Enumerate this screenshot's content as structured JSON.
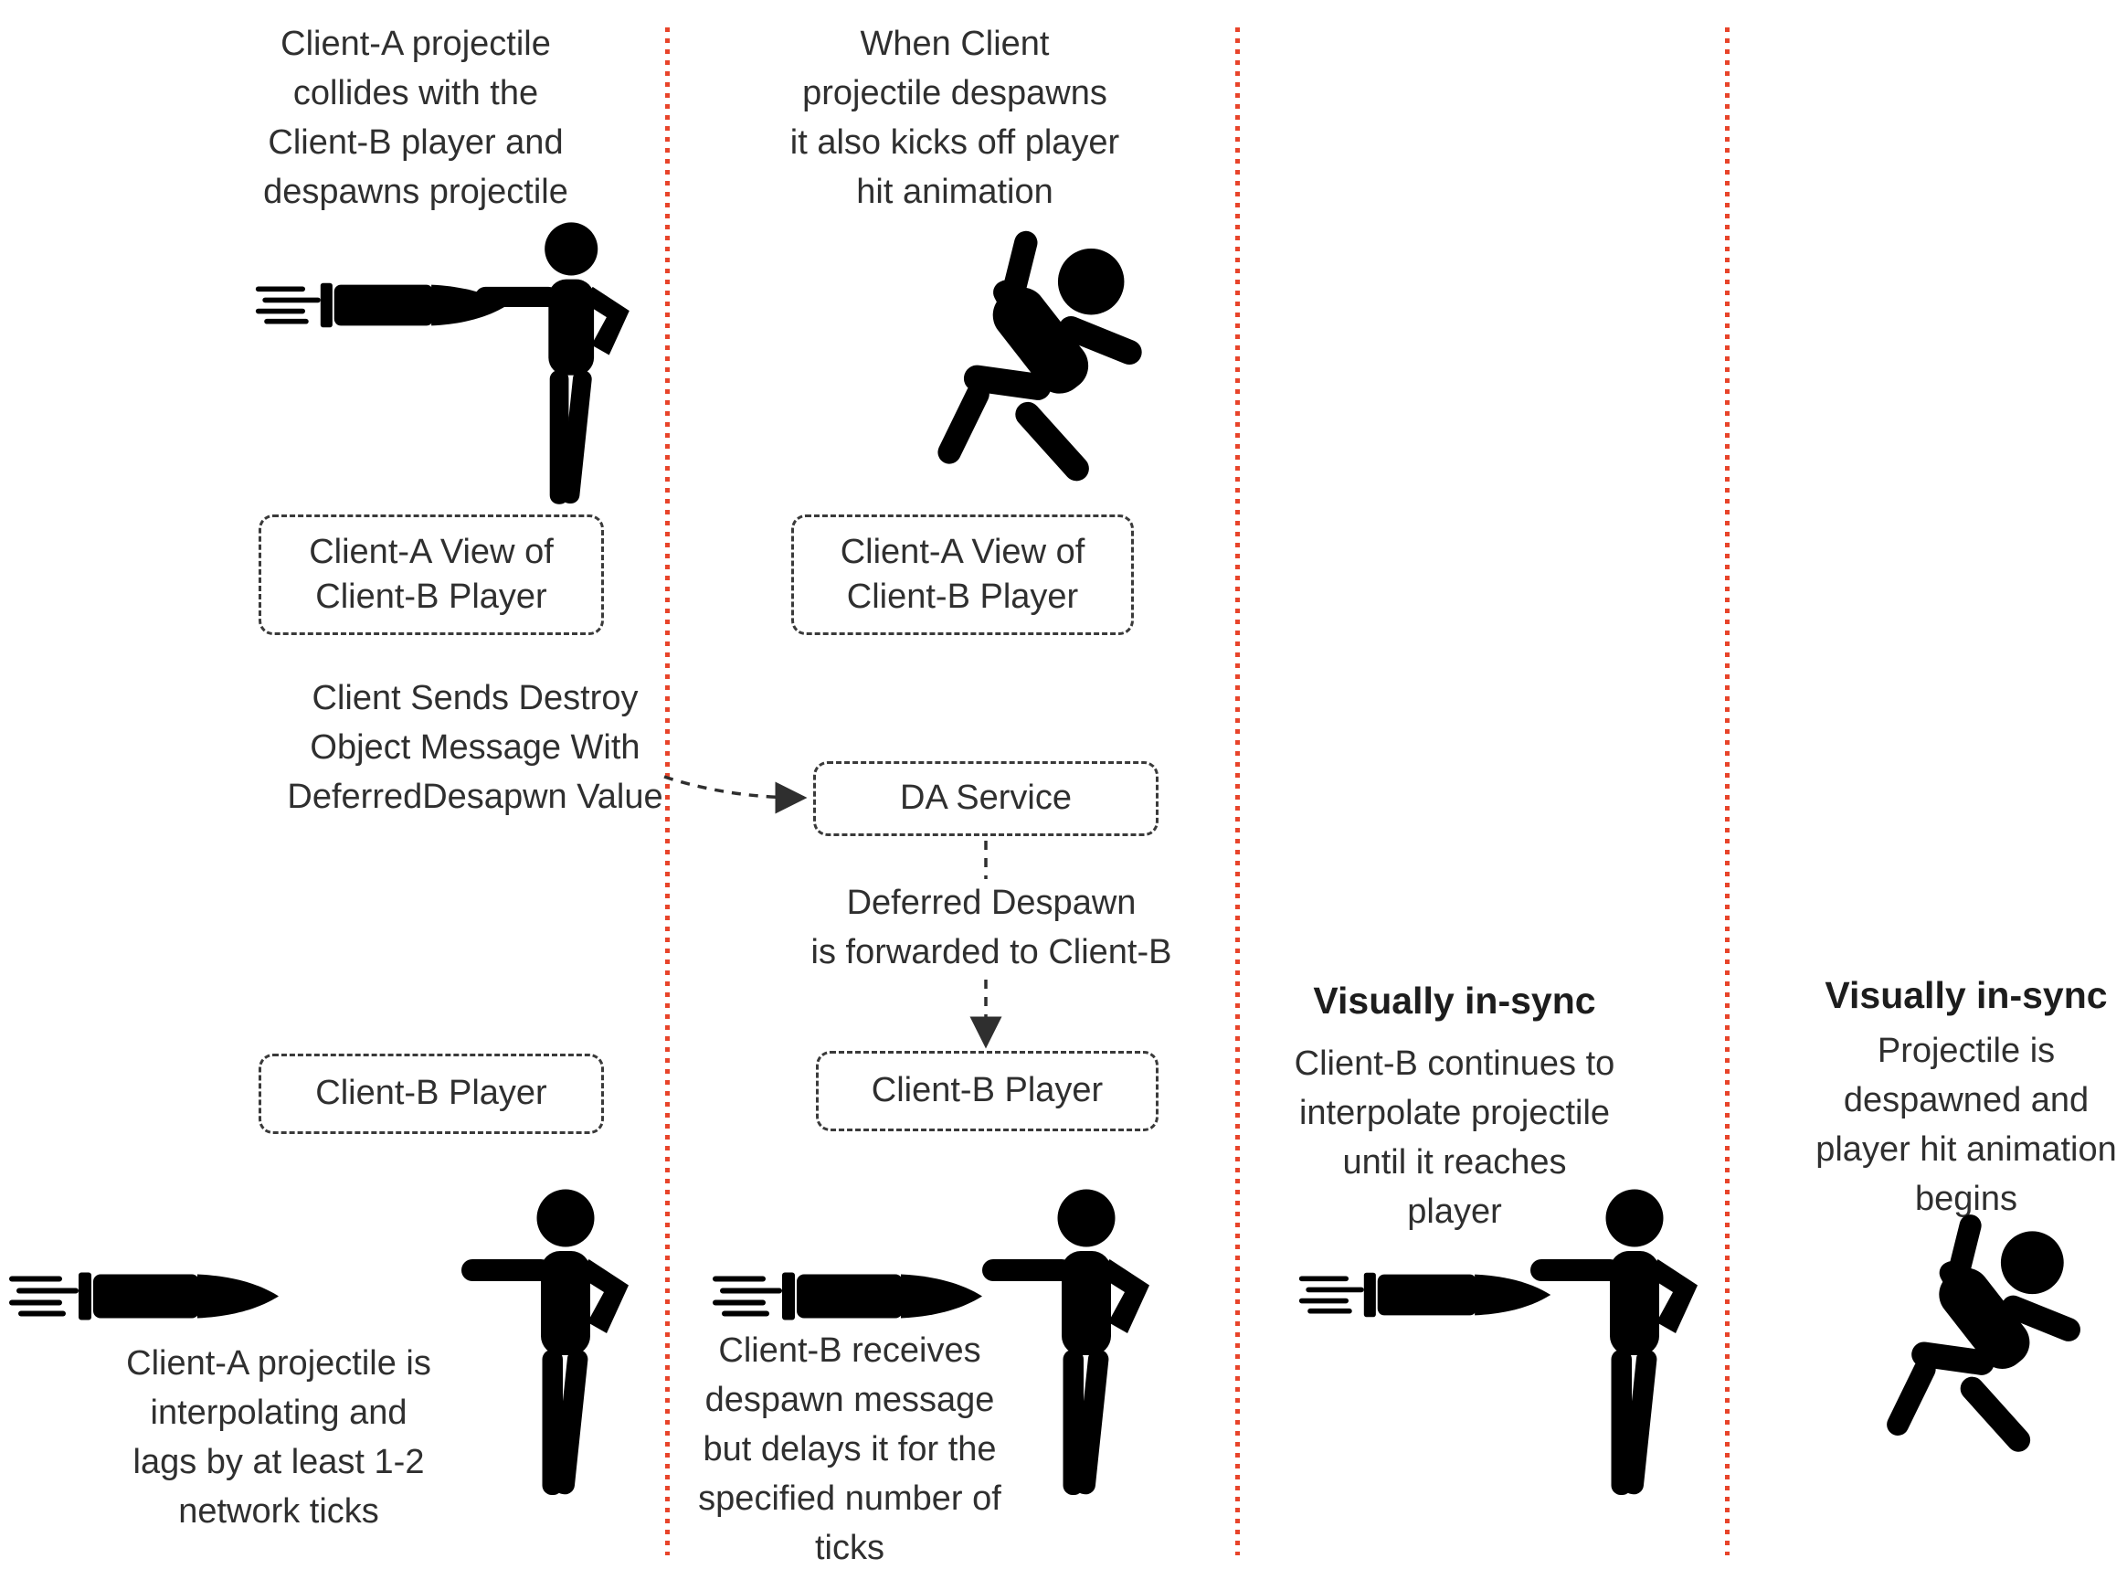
{
  "colors": {
    "divider": "#e8442a",
    "text": "#2f2f2f",
    "figure": "#000000"
  },
  "columns": [
    {
      "top_caption": "Client-A projectile\ncollides with the\nClient-B player and\ndespawns projectile",
      "view_box_label": "Client-A View of\nClient-B Player",
      "message_text": "Client Sends Destroy\nObject Message With\nDeferredDesapwn Value",
      "player_box_label": "Client-B Player",
      "bottom_caption": "Client-A projectile is\ninterpolating and\nlags by at least 1-2\nnetwork ticks"
    },
    {
      "top_caption": "When Client\nprojectile despawns\nit also kicks off player\nhit animation",
      "view_box_label": "Client-A View of\nClient-B Player",
      "da_service_label": "DA Service",
      "forward_text": "Deferred Despawn\nis forwarded to Client-B",
      "player_box_label": "Client-B Player",
      "bottom_caption": "Client-B receives\ndespawn message\nbut delays it for the\nspecified number of\nticks"
    },
    {
      "heading": "Visually in-sync",
      "caption": "Client-B continues to\ninterpolate  projectile\nuntil it reaches\nplayer"
    },
    {
      "heading": "Visually in-sync",
      "caption": "Projectile is\ndespawned and\nplayer hit animation\nbegins"
    }
  ]
}
